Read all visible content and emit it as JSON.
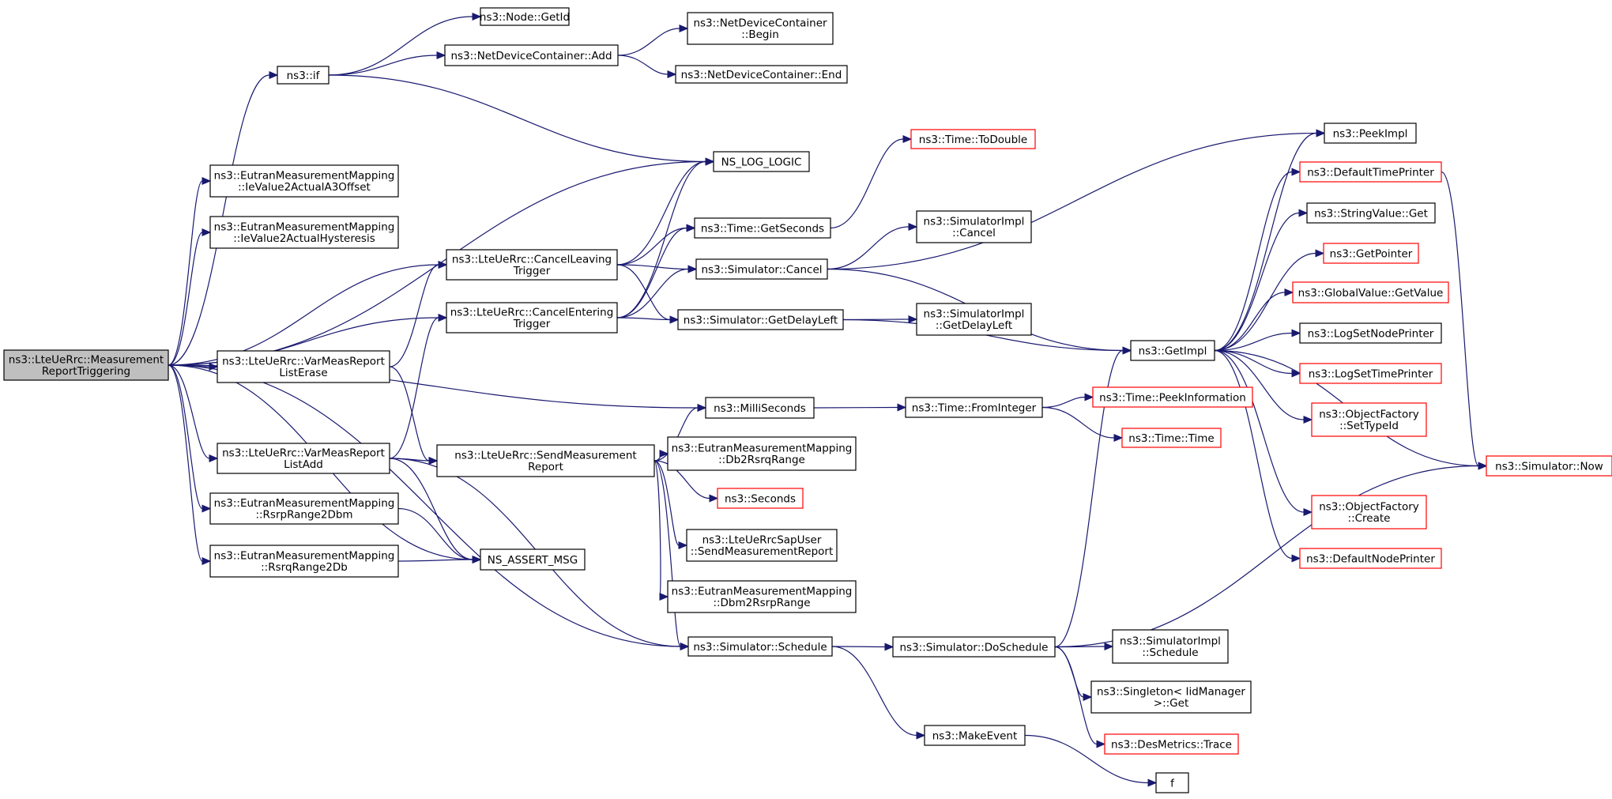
{
  "nodes": [
    {
      "id": "root",
      "lines": [
        "ns3::LteUeRrc::Measurement",
        "ReportTriggering"
      ],
      "style": "root"
    },
    {
      "id": "if",
      "lines": [
        "ns3::if"
      ],
      "style": "normal"
    },
    {
      "id": "nodeGetId",
      "lines": [
        "ns3::Node::GetId"
      ],
      "style": "normal"
    },
    {
      "id": "ndcAdd",
      "lines": [
        "ns3::NetDeviceContainer::Add"
      ],
      "style": "normal"
    },
    {
      "id": "ndcBegin",
      "lines": [
        "ns3::NetDeviceContainer",
        "::Begin"
      ],
      "style": "normal"
    },
    {
      "id": "ndcEnd",
      "lines": [
        "ns3::NetDeviceContainer::End"
      ],
      "style": "normal"
    },
    {
      "id": "nsLogLogic",
      "lines": [
        "NS_LOG_LOGIC"
      ],
      "style": "normal"
    },
    {
      "id": "a3Offset",
      "lines": [
        "ns3::EutranMeasurementMapping",
        "::IeValue2ActualA3Offset"
      ],
      "style": "normal"
    },
    {
      "id": "hysteresis",
      "lines": [
        "ns3::EutranMeasurementMapping",
        "::IeValue2ActualHysteresis"
      ],
      "style": "normal"
    },
    {
      "id": "cancelLeaving",
      "lines": [
        "ns3::LteUeRrc::CancelLeaving",
        "Trigger"
      ],
      "style": "normal"
    },
    {
      "id": "cancelEntering",
      "lines": [
        "ns3::LteUeRrc::CancelEntering",
        "Trigger"
      ],
      "style": "normal"
    },
    {
      "id": "listErase",
      "lines": [
        "ns3::LteUeRrc::VarMeasReport",
        "ListErase"
      ],
      "style": "normal"
    },
    {
      "id": "listAdd",
      "lines": [
        "ns3::LteUeRrc::VarMeasReport",
        "ListAdd"
      ],
      "style": "normal"
    },
    {
      "id": "rsrp2dbm",
      "lines": [
        "ns3::EutranMeasurementMapping",
        "::RsrpRange2Dbm"
      ],
      "style": "normal"
    },
    {
      "id": "rsrq2db",
      "lines": [
        "ns3::EutranMeasurementMapping",
        "::RsrqRange2Db"
      ],
      "style": "normal"
    },
    {
      "id": "nsAssertMsg",
      "lines": [
        "NS_ASSERT_MSG"
      ],
      "style": "normal"
    },
    {
      "id": "sendMeasReport",
      "lines": [
        "ns3::LteUeRrc::SendMeasurement",
        "Report"
      ],
      "style": "normal"
    },
    {
      "id": "timeToDouble",
      "lines": [
        "ns3::Time::ToDouble"
      ],
      "style": "trunc"
    },
    {
      "id": "timeGetSeconds",
      "lines": [
        "ns3::Time::GetSeconds"
      ],
      "style": "normal"
    },
    {
      "id": "simCancel",
      "lines": [
        "ns3::Simulator::Cancel"
      ],
      "style": "normal"
    },
    {
      "id": "simGetDelayLeft",
      "lines": [
        "ns3::Simulator::GetDelayLeft"
      ],
      "style": "normal"
    },
    {
      "id": "implCancel",
      "lines": [
        "ns3::SimulatorImpl",
        "::Cancel"
      ],
      "style": "normal"
    },
    {
      "id": "implGetDelayLeft",
      "lines": [
        "ns3::SimulatorImpl",
        "::GetDelayLeft"
      ],
      "style": "normal"
    },
    {
      "id": "milliSeconds",
      "lines": [
        "ns3::MilliSeconds"
      ],
      "style": "normal"
    },
    {
      "id": "fromInteger",
      "lines": [
        "ns3::Time::FromInteger"
      ],
      "style": "normal"
    },
    {
      "id": "peekInformation",
      "lines": [
        "ns3::Time::PeekInformation"
      ],
      "style": "trunc"
    },
    {
      "id": "timeTime",
      "lines": [
        "ns3::Time::Time"
      ],
      "style": "trunc"
    },
    {
      "id": "db2rsrq",
      "lines": [
        "ns3::EutranMeasurementMapping",
        "::Db2RsrqRange"
      ],
      "style": "normal"
    },
    {
      "id": "seconds",
      "lines": [
        "ns3::Seconds"
      ],
      "style": "trunc"
    },
    {
      "id": "sapUserSend",
      "lines": [
        "ns3::LteUeRrcSapUser",
        "::SendMeasurementReport"
      ],
      "style": "normal"
    },
    {
      "id": "dbm2rsrp",
      "lines": [
        "ns3::EutranMeasurementMapping",
        "::Dbm2RsrpRange"
      ],
      "style": "normal"
    },
    {
      "id": "simSchedule",
      "lines": [
        "ns3::Simulator::Schedule"
      ],
      "style": "normal"
    },
    {
      "id": "doSchedule",
      "lines": [
        "ns3::Simulator::DoSchedule"
      ],
      "style": "normal"
    },
    {
      "id": "implSchedule",
      "lines": [
        "ns3::SimulatorImpl",
        "::Schedule"
      ],
      "style": "normal"
    },
    {
      "id": "singletonGet",
      "lines": [
        "ns3::Singleton< IidManager",
        ">::Get"
      ],
      "style": "normal"
    },
    {
      "id": "desMetricsTrace",
      "lines": [
        "ns3::DesMetrics::Trace"
      ],
      "style": "trunc"
    },
    {
      "id": "makeEvent",
      "lines": [
        "ns3::MakeEvent"
      ],
      "style": "normal"
    },
    {
      "id": "f",
      "lines": [
        "f"
      ],
      "style": "normal"
    },
    {
      "id": "getImpl",
      "lines": [
        "ns3::GetImpl"
      ],
      "style": "normal"
    },
    {
      "id": "peekImpl",
      "lines": [
        "ns3::PeekImpl"
      ],
      "style": "normal"
    },
    {
      "id": "defaultTimePrinter",
      "lines": [
        "ns3::DefaultTimePrinter"
      ],
      "style": "trunc"
    },
    {
      "id": "stringValueGet",
      "lines": [
        "ns3::StringValue::Get"
      ],
      "style": "normal"
    },
    {
      "id": "getPointer",
      "lines": [
        "ns3::GetPointer"
      ],
      "style": "trunc"
    },
    {
      "id": "globalValueGet",
      "lines": [
        "ns3::GlobalValue::GetValue"
      ],
      "style": "trunc"
    },
    {
      "id": "logSetNodePrinter",
      "lines": [
        "ns3::LogSetNodePrinter"
      ],
      "style": "normal"
    },
    {
      "id": "logSetTimePrinter",
      "lines": [
        "ns3::LogSetTimePrinter"
      ],
      "style": "trunc"
    },
    {
      "id": "ofSetTypeId",
      "lines": [
        "ns3::ObjectFactory",
        "::SetTypeId"
      ],
      "style": "trunc"
    },
    {
      "id": "simNow",
      "lines": [
        "ns3::Simulator::Now"
      ],
      "style": "trunc"
    },
    {
      "id": "ofCreate",
      "lines": [
        "ns3::ObjectFactory",
        "::Create"
      ],
      "style": "trunc"
    },
    {
      "id": "defaultNodePrinter",
      "lines": [
        "ns3::DefaultNodePrinter"
      ],
      "style": "trunc"
    }
  ],
  "edges": [
    [
      "root",
      "if"
    ],
    [
      "root",
      "nsLogLogic"
    ],
    [
      "root",
      "a3Offset"
    ],
    [
      "root",
      "hysteresis"
    ],
    [
      "root",
      "cancelLeaving"
    ],
    [
      "root",
      "cancelEntering"
    ],
    [
      "root",
      "listErase"
    ],
    [
      "root",
      "listAdd"
    ],
    [
      "root",
      "rsrp2dbm"
    ],
    [
      "root",
      "rsrq2db"
    ],
    [
      "root",
      "nsAssertMsg"
    ],
    [
      "root",
      "milliSeconds"
    ],
    [
      "root",
      "simSchedule"
    ],
    [
      "if",
      "nodeGetId"
    ],
    [
      "if",
      "ndcAdd"
    ],
    [
      "if",
      "nsLogLogic"
    ],
    [
      "ndcAdd",
      "ndcBegin"
    ],
    [
      "ndcAdd",
      "ndcEnd"
    ],
    [
      "cancelLeaving",
      "nsLogLogic"
    ],
    [
      "cancelLeaving",
      "timeGetSeconds"
    ],
    [
      "cancelLeaving",
      "simCancel"
    ],
    [
      "cancelLeaving",
      "simGetDelayLeft"
    ],
    [
      "cancelEntering",
      "nsLogLogic"
    ],
    [
      "cancelEntering",
      "timeGetSeconds"
    ],
    [
      "cancelEntering",
      "simCancel"
    ],
    [
      "cancelEntering",
      "simGetDelayLeft"
    ],
    [
      "listErase",
      "cancelLeaving"
    ],
    [
      "listErase",
      "sendMeasReport"
    ],
    [
      "listAdd",
      "cancelEntering"
    ],
    [
      "listAdd",
      "sendMeasReport"
    ],
    [
      "listAdd",
      "nsAssertMsg"
    ],
    [
      "listAdd",
      "simSchedule"
    ],
    [
      "rsrp2dbm",
      "nsAssertMsg"
    ],
    [
      "rsrq2db",
      "nsAssertMsg"
    ],
    [
      "sendMeasReport",
      "milliSeconds"
    ],
    [
      "sendMeasReport",
      "db2rsrq"
    ],
    [
      "sendMeasReport",
      "seconds"
    ],
    [
      "sendMeasReport",
      "sapUserSend"
    ],
    [
      "sendMeasReport",
      "dbm2rsrp"
    ],
    [
      "sendMeasReport",
      "simSchedule"
    ],
    [
      "timeGetSeconds",
      "timeToDouble"
    ],
    [
      "simCancel",
      "implCancel"
    ],
    [
      "simCancel",
      "getImpl"
    ],
    [
      "simCancel",
      "peekImpl"
    ],
    [
      "simGetDelayLeft",
      "implGetDelayLeft"
    ],
    [
      "simGetDelayLeft",
      "getImpl"
    ],
    [
      "milliSeconds",
      "fromInteger"
    ],
    [
      "fromInteger",
      "peekInformation"
    ],
    [
      "fromInteger",
      "timeTime"
    ],
    [
      "simSchedule",
      "doSchedule"
    ],
    [
      "simSchedule",
      "makeEvent"
    ],
    [
      "doSchedule",
      "getImpl"
    ],
    [
      "doSchedule",
      "implSchedule"
    ],
    [
      "doSchedule",
      "singletonGet"
    ],
    [
      "doSchedule",
      "desMetricsTrace"
    ],
    [
      "doSchedule",
      "simNow"
    ],
    [
      "makeEvent",
      "f"
    ],
    [
      "getImpl",
      "peekImpl"
    ],
    [
      "getImpl",
      "defaultTimePrinter"
    ],
    [
      "getImpl",
      "stringValueGet"
    ],
    [
      "getImpl",
      "getPointer"
    ],
    [
      "getImpl",
      "globalValueGet"
    ],
    [
      "getImpl",
      "logSetNodePrinter"
    ],
    [
      "getImpl",
      "logSetTimePrinter"
    ],
    [
      "getImpl",
      "ofSetTypeId"
    ],
    [
      "getImpl",
      "simNow"
    ],
    [
      "getImpl",
      "ofCreate"
    ],
    [
      "getImpl",
      "defaultNodePrinter"
    ],
    [
      "defaultTimePrinter",
      "simNow"
    ]
  ]
}
